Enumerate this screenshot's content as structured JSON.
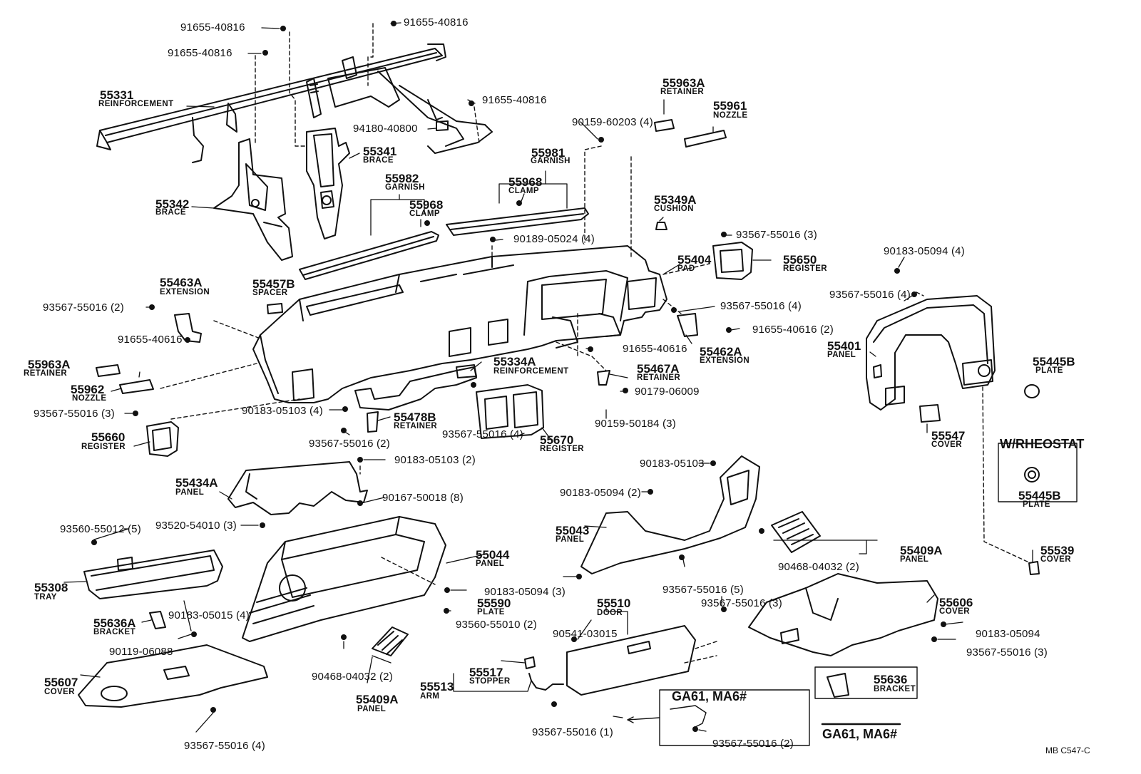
{
  "diagram": {
    "callouts": [
      {
        "id": "c01",
        "part": "91655-40816",
        "name": ""
      },
      {
        "id": "c02",
        "part": "91655-40816",
        "name": ""
      },
      {
        "id": "c03",
        "part": "91655-40816",
        "name": ""
      },
      {
        "id": "c04",
        "part": "55331",
        "name": "REINFORCEMENT"
      },
      {
        "id": "c05",
        "part": "91655-40816",
        "name": ""
      },
      {
        "id": "c06",
        "part": "94180-40800",
        "name": ""
      },
      {
        "id": "c07",
        "part": "55341",
        "name": "BRACE"
      },
      {
        "id": "c08",
        "part": "55342",
        "name": "BRACE"
      },
      {
        "id": "c09",
        "part": "55963A",
        "name": "RETAINER"
      },
      {
        "id": "c10",
        "part": "55961",
        "name": "NOZZLE"
      },
      {
        "id": "c11",
        "part": "90159-60203 (4)",
        "name": ""
      },
      {
        "id": "c12",
        "part": "55981",
        "name": "GARNISH"
      },
      {
        "id": "c13",
        "part": "55968",
        "name": "CLAMP"
      },
      {
        "id": "c14",
        "part": "55982",
        "name": "GARNISH"
      },
      {
        "id": "c15",
        "part": "55968",
        "name": "CLAMP"
      },
      {
        "id": "c16",
        "part": "55349A",
        "name": "CUSHION"
      },
      {
        "id": "c17",
        "part": "90189-05024 (4)",
        "name": ""
      },
      {
        "id": "c18",
        "part": "93567-55016 (3)",
        "name": ""
      },
      {
        "id": "c19",
        "part": "55404",
        "name": "PAD"
      },
      {
        "id": "c20",
        "part": "55650",
        "name": "REGISTER"
      },
      {
        "id": "c21",
        "part": "90183-05094 (4)",
        "name": ""
      },
      {
        "id": "c22",
        "part": "93567-55016 (4)",
        "name": ""
      },
      {
        "id": "c23",
        "part": "55463A",
        "name": "EXTENSION"
      },
      {
        "id": "c24",
        "part": "55457B",
        "name": "SPACER"
      },
      {
        "id": "c25",
        "part": "93567-55016 (2)",
        "name": ""
      },
      {
        "id": "c26",
        "part": "91655-40616",
        "name": ""
      },
      {
        "id": "c27",
        "part": "93567-55016 (4)",
        "name": ""
      },
      {
        "id": "c28",
        "part": "91655-40616 (2)",
        "name": ""
      },
      {
        "id": "c29",
        "part": "55401",
        "name": "PANEL"
      },
      {
        "id": "c30",
        "part": "91655-40616",
        "name": ""
      },
      {
        "id": "c31",
        "part": "55462A",
        "name": "EXTENSION"
      },
      {
        "id": "c32",
        "part": "55963A",
        "name": "RETAINER"
      },
      {
        "id": "c33",
        "part": "55334A",
        "name": "REINFORCEMENT"
      },
      {
        "id": "c34",
        "part": "55467A",
        "name": "RETAINER"
      },
      {
        "id": "c35",
        "part": "55445B",
        "name": "PLATE"
      },
      {
        "id": "c36",
        "part": "55962",
        "name": "NOZZLE"
      },
      {
        "id": "c37",
        "part": "90179-06009",
        "name": ""
      },
      {
        "id": "c38",
        "part": "93567-55016 (3)",
        "name": ""
      },
      {
        "id": "c39",
        "part": "90183-05103 (4)",
        "name": ""
      },
      {
        "id": "c40",
        "part": "55478B",
        "name": "RETAINER"
      },
      {
        "id": "c41",
        "part": "90159-50184 (3)",
        "name": ""
      },
      {
        "id": "c42",
        "part": "55660",
        "name": "REGISTER"
      },
      {
        "id": "c43",
        "part": "93567-55016 (2)",
        "name": ""
      },
      {
        "id": "c44",
        "part": "93567-55016 (4)",
        "name": ""
      },
      {
        "id": "c45",
        "part": "55670",
        "name": "REGISTER"
      },
      {
        "id": "c46",
        "part": "55547",
        "name": "COVER"
      },
      {
        "id": "c47",
        "part": "90183-05103 (2)",
        "name": ""
      },
      {
        "id": "c48",
        "part": "90183-05103",
        "name": ""
      },
      {
        "id": "c49",
        "part": "55434A",
        "name": "PANEL"
      },
      {
        "id": "c50",
        "part": "90183-05094 (2)",
        "name": ""
      },
      {
        "id": "c51",
        "part": "90167-50018 (8)",
        "name": ""
      },
      {
        "id": "c52",
        "part": "93560-55012 (5)",
        "name": ""
      },
      {
        "id": "c53",
        "part": "93520-54010 (3)",
        "name": ""
      },
      {
        "id": "c54",
        "part": "55043",
        "name": "PANEL"
      },
      {
        "id": "c55",
        "part": "55044",
        "name": "PANEL"
      },
      {
        "id": "c56",
        "part": "55409A",
        "name": "PANEL"
      },
      {
        "id": "c57",
        "part": "55539",
        "name": "COVER"
      },
      {
        "id": "c58",
        "part": "90468-04032 (2)",
        "name": ""
      },
      {
        "id": "c59",
        "part": "55308",
        "name": "TRAY"
      },
      {
        "id": "c60",
        "part": "90183-05094 (3)",
        "name": ""
      },
      {
        "id": "c61",
        "part": "93567-55016 (5)",
        "name": ""
      },
      {
        "id": "c62",
        "part": "55590",
        "name": "PLATE"
      },
      {
        "id": "c63",
        "part": "55510",
        "name": "DOOR"
      },
      {
        "id": "c64",
        "part": "93567-55016 (3)",
        "name": ""
      },
      {
        "id": "c65",
        "part": "90183-05015 (4)",
        "name": ""
      },
      {
        "id": "c66",
        "part": "55636A",
        "name": "BRACKET"
      },
      {
        "id": "c67",
        "part": "93560-55010 (2)",
        "name": ""
      },
      {
        "id": "c68",
        "part": "55606",
        "name": "COVER"
      },
      {
        "id": "c69",
        "part": "90183-05094",
        "name": ""
      },
      {
        "id": "c70",
        "part": "90119-06088",
        "name": ""
      },
      {
        "id": "c71",
        "part": "90541-03015",
        "name": ""
      },
      {
        "id": "c72",
        "part": "93567-55016 (3)",
        "name": ""
      },
      {
        "id": "c73",
        "part": "55607",
        "name": "COVER"
      },
      {
        "id": "c74",
        "part": "90468-04032 (2)",
        "name": ""
      },
      {
        "id": "c75",
        "part": "55517",
        "name": "STOPPER"
      },
      {
        "id": "c76",
        "part": "55513",
        "name": "ARM"
      },
      {
        "id": "c77",
        "part": "55409A",
        "name": "PANEL"
      },
      {
        "id": "c78",
        "part": "55636",
        "name": "BRACKET"
      },
      {
        "id": "c79",
        "part": "93567-55016 (1)",
        "name": ""
      },
      {
        "id": "c80",
        "part": "93567-55016 (4)",
        "name": ""
      },
      {
        "id": "c81",
        "part": "93567-55016 (2)",
        "name": ""
      }
    ],
    "variant_boxes": [
      {
        "id": "rheostat",
        "title": "W/RHEOSTAT",
        "part": "55445B",
        "name": "PLATE"
      },
      {
        "id": "ga61_inset",
        "title": "GA61, MA6#"
      },
      {
        "id": "ga61_bracket",
        "title": "GA61, MA6#",
        "part": "55636",
        "name": "BRACKET"
      }
    ],
    "footer_code": "MB  C547-C"
  }
}
